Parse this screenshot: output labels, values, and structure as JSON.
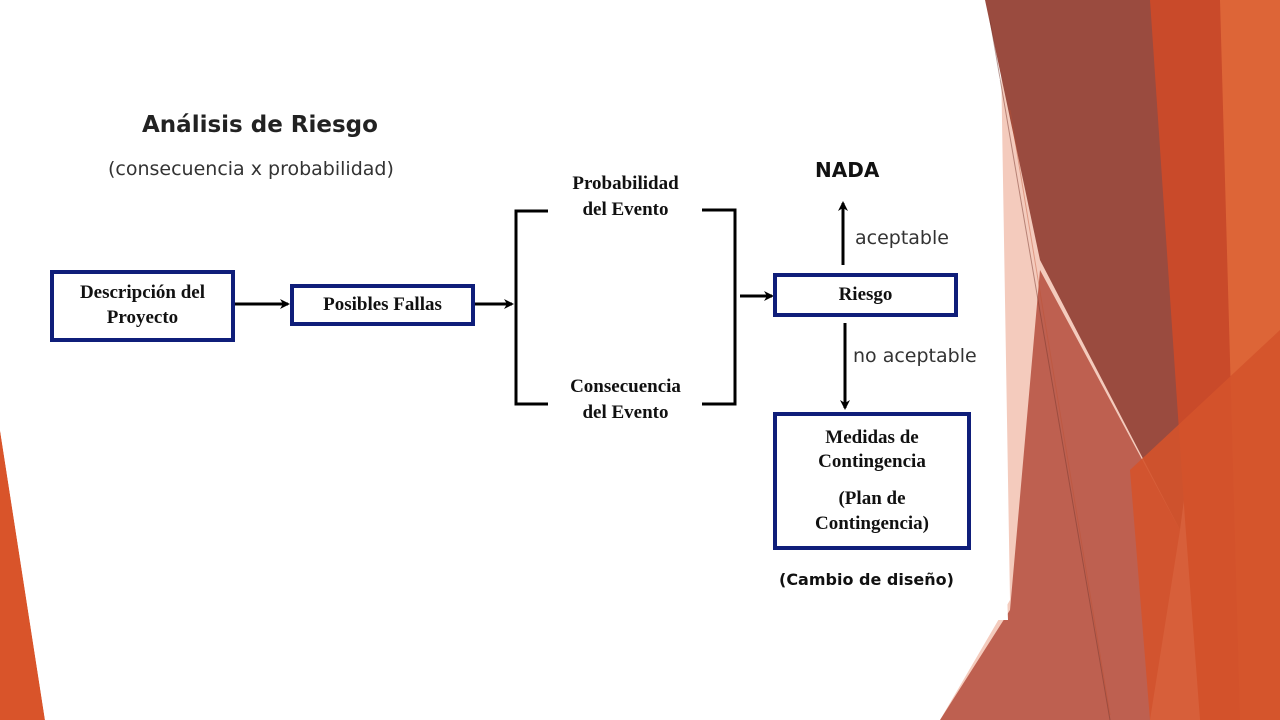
{
  "title": "Análisis de Riesgo",
  "subtitle": "(consecuencia x probabilidad)",
  "nodes": {
    "descripcion": [
      "Descripción del",
      "Proyecto"
    ],
    "posibles_fallas": "Posibles Fallas",
    "probabilidad": [
      "Probabilidad",
      "del Evento"
    ],
    "consecuencia": [
      "Consecuencia",
      "del Evento"
    ],
    "riesgo": "Riesgo",
    "medidas": [
      "Medidas de",
      "Contingencia",
      "(Plan de",
      "Contingencia)"
    ]
  },
  "labels": {
    "nada": "NADA",
    "aceptable": "aceptable",
    "no_aceptable": "no aceptable",
    "cambio": "(Cambio de diseño)"
  },
  "colors": {
    "box_border": "#0f1e7a",
    "orange": "#d9542a",
    "dark_red": "#8e3a2e",
    "peach": "#f0b8a4"
  }
}
